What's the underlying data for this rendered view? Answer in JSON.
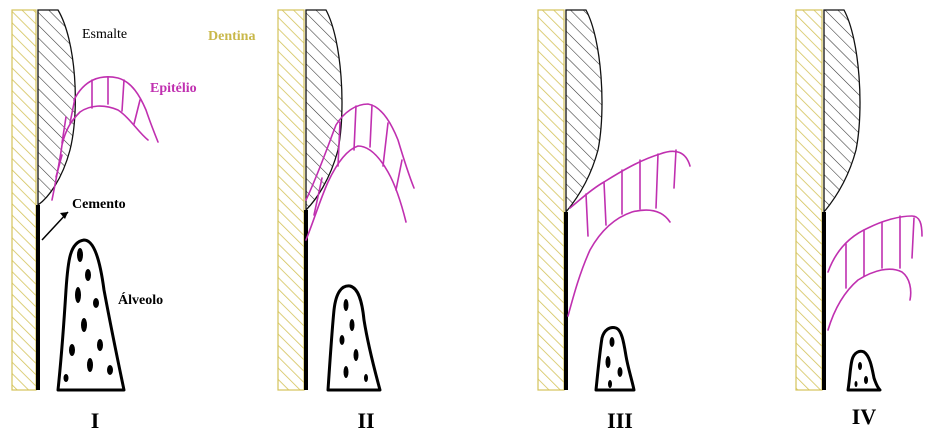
{
  "labels": {
    "enamel": "Esmalte",
    "dentin": "Dentina",
    "epithelium": "Epitélio",
    "cementum": "Cemento",
    "bone": "Álveolo"
  },
  "stages": [
    {
      "numeral": "I"
    },
    {
      "numeral": "II"
    },
    {
      "numeral": "III"
    },
    {
      "numeral": "IV"
    }
  ],
  "colors": {
    "dentin_hatch": "#d4c35a",
    "enamel_hatch": "#333333",
    "epithelium": "#c030b0",
    "dentin_label": "#c9b84a",
    "epithelium_label": "#c030b0",
    "outline": "#000000"
  }
}
